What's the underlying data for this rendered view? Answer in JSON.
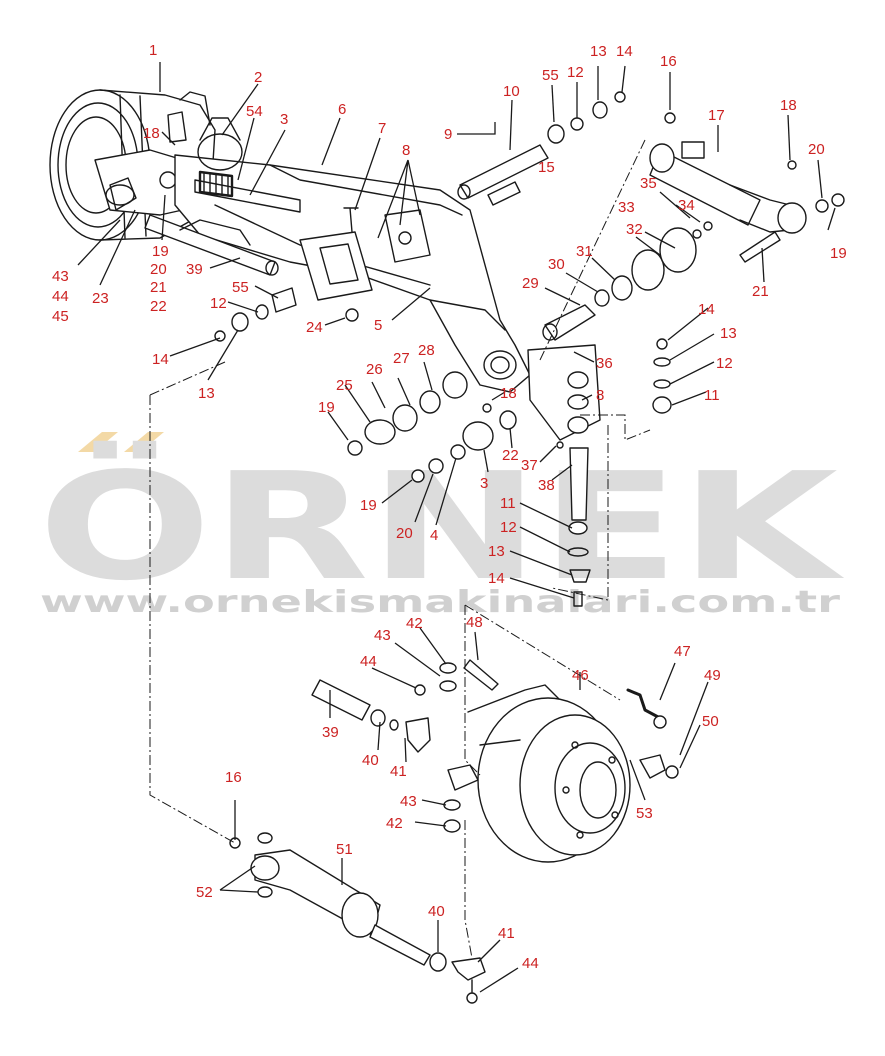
{
  "diagram": {
    "kind": "exploded-parts-view",
    "colors": {
      "line": "#1a1a1a",
      "callout": "#cc2222",
      "watermark": "#dcdcdc",
      "watermark_accent": "#f3d9a6"
    }
  },
  "watermark": {
    "brand": "ÖRNEK",
    "url": "www.ornekismakinalari.com.tr"
  },
  "callouts": {
    "c1": "1",
    "c2": "2",
    "c54": "54",
    "c3a": "3",
    "c6": "6",
    "c7": "7",
    "c18a": "18",
    "c19a": "19",
    "c20a": "20",
    "c21a": "21",
    "c22a": "22",
    "c43a": "43",
    "c44a": "44",
    "c45": "45",
    "c23": "23",
    "c39a": "39",
    "c55a": "55",
    "c12a": "12",
    "c14a": "14",
    "c13a": "13",
    "c24": "24",
    "c5": "5",
    "c9": "9",
    "c10": "10",
    "c55b": "55",
    "c12b": "12",
    "c13b": "13",
    "c14b": "14",
    "c15": "15",
    "c8a": "8",
    "c16a": "16",
    "c17": "17",
    "c18b": "18",
    "c20b": "20",
    "c19b": "19",
    "c35": "35",
    "c33": "33",
    "c34": "34",
    "c32": "32",
    "c21b": "21",
    "c29": "29",
    "c30": "30",
    "c31": "31",
    "c14c": "14",
    "c13c": "13",
    "c12c": "12",
    "c11a": "11",
    "c36": "36",
    "c8b": "8",
    "c26": "26",
    "c27": "27",
    "c28": "28",
    "c25": "25",
    "c19c": "19",
    "c18c": "18",
    "c22b": "22",
    "c37": "37",
    "c3b": "3",
    "c38": "38",
    "c19d": "19",
    "c20c": "20",
    "c4": "4",
    "c11b": "11",
    "c12d": "12",
    "c13d": "13",
    "c14d": "14",
    "c48": "48",
    "c43b": "43",
    "c42a": "42",
    "c44b": "44",
    "c46": "46",
    "c47": "47",
    "c49": "49",
    "c39b": "39",
    "c40a": "40",
    "c41a": "41",
    "c50": "50",
    "c16b": "16",
    "c43c": "43",
    "c42b": "42",
    "c53": "53",
    "c51": "51",
    "c52": "52",
    "c40b": "40",
    "c41b": "41",
    "c44c": "44"
  }
}
